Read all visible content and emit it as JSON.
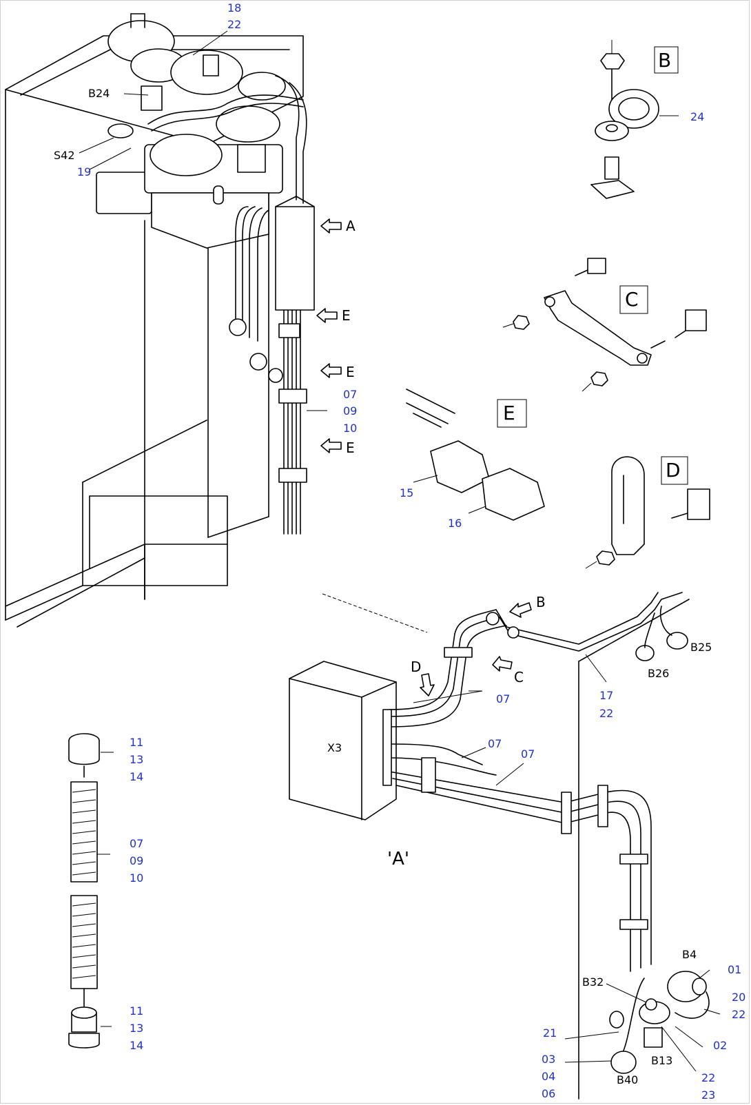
{
  "colors": {
    "line": "#000000",
    "position_number": "#1f2fd0",
    "designation": "#000000"
  },
  "position_numbers": {
    "p18": "18",
    "p22a": "22",
    "p19": "19",
    "p24": "24",
    "p07a": "07",
    "p09a": "09",
    "p10a": "10",
    "p15": "15",
    "p16": "16",
    "p17": "17",
    "p22b": "22",
    "p07b": "07",
    "p07c": "07",
    "p07d": "07",
    "p11a": "11",
    "p13a": "13",
    "p14a": "14",
    "p07e": "07",
    "p09b": "09",
    "p10b": "10",
    "p11b": "11",
    "p13b": "13",
    "p14b": "14",
    "p01": "01",
    "p20": "20",
    "p22c": "22",
    "p02": "02",
    "p21": "21",
    "p22d": "22",
    "p23": "23",
    "p03": "03",
    "p04": "04",
    "p06": "06"
  },
  "designations": {
    "b24": "B24",
    "s42": "S42",
    "b25": "B25",
    "b26": "B26",
    "x3": "X3",
    "b4": "B4",
    "b32": "B32",
    "b13": "B13",
    "b40": "B40"
  },
  "view_letters": {
    "arrow_a": "A",
    "arrow_e1": "E",
    "arrow_e2": "E",
    "arrow_e3": "E",
    "arrow_b": "B",
    "arrow_c": "C",
    "arrow_d": "D",
    "detail_b": "B",
    "detail_c": "C",
    "detail_d": "D",
    "detail_e": "E",
    "view_a_title": "'A'"
  }
}
